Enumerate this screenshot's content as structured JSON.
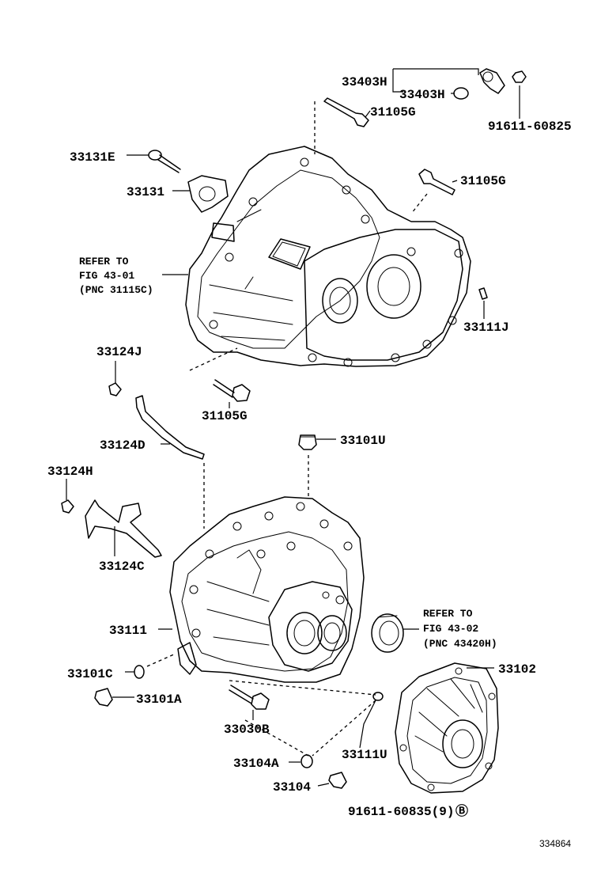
{
  "labels": {
    "p33403h_a": "33403H",
    "p33403h_b": "33403H",
    "p91611_60825": "91611-60825",
    "p31105g_top": "31105G",
    "p33131e": "33131E",
    "p33131": "33131",
    "p31105g_right": "31105G",
    "p33111j": "33111J",
    "p33124j": "33124J",
    "p31105g_mid": "31105G",
    "p33124d": "33124D",
    "p33101u": "33101U",
    "p33124h": "33124H",
    "p33124c": "33124C",
    "p33111": "33111",
    "p33101c": "33101C",
    "p33101a": "33101A",
    "p33030b": "33030B",
    "p33102": "33102",
    "p33111u": "33111U",
    "p33104a": "33104A",
    "p33104": "33104",
    "p91611_60835": "91611-60835(9)"
  },
  "notes": {
    "ref1": {
      "line1": "REFER TO",
      "line2": "FIG 43-01",
      "line3": "(PNC 31115C)"
    },
    "ref2": {
      "line1": "REFER TO",
      "line2": "FIG 43-02",
      "line3": "(PNC 43420H)"
    }
  },
  "figure_id": "334864",
  "symbols": {
    "circle_mark": "Ⓑ"
  }
}
